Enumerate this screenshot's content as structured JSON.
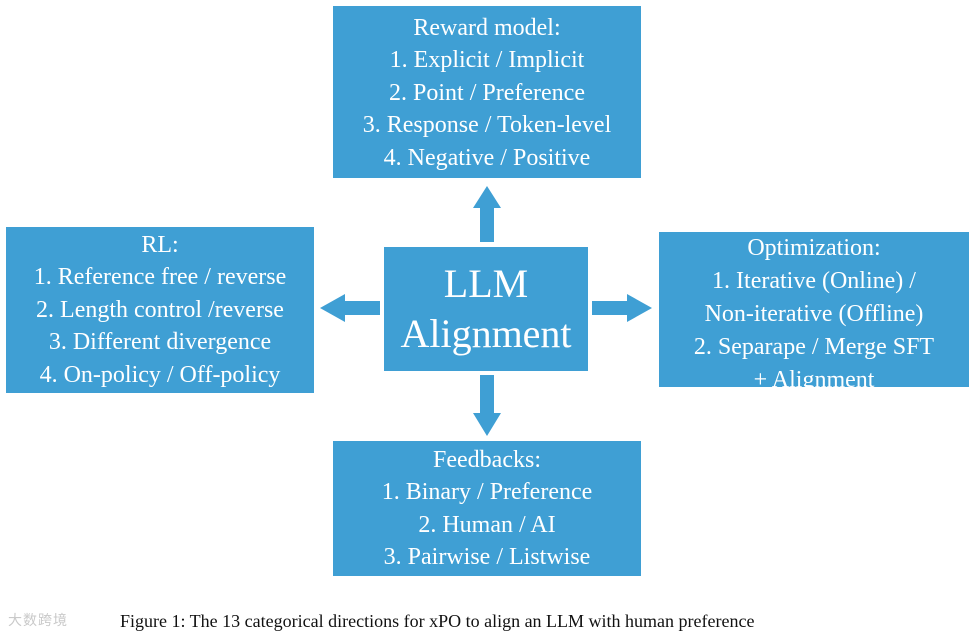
{
  "diagram": {
    "center": {
      "lines": [
        "LLM",
        "Alignment"
      ]
    },
    "top": {
      "title": "Reward model:",
      "items": [
        "1. Explicit / Implicit",
        "2. Point / Preference",
        "3. Response / Token-level",
        "4. Negative / Positive"
      ]
    },
    "left": {
      "title": "RL:",
      "items": [
        "1. Reference free / reverse",
        "2. Length control /reverse",
        "3. Different divergence",
        "4. On-policy / Off-policy"
      ]
    },
    "right": {
      "title": "Optimization:",
      "items": [
        "1. Iterative (Online) /",
        "Non-iterative (Offline)",
        "2. Separape / Merge SFT",
        "+ Alignment"
      ]
    },
    "bottom": {
      "title": "Feedbacks:",
      "items": [
        "1. Binary / Preference",
        "2. Human / AI",
        "3. Pairwise / Listwise"
      ]
    },
    "colors": {
      "box_fill": "#3f9fd4",
      "arrow_fill": "#3f9fd4",
      "text": "#ffffff"
    }
  },
  "caption": {
    "text": "Figure 1: The 13 categorical directions for xPO to align an LLM with human preference",
    "watermark": "大数跨境"
  }
}
